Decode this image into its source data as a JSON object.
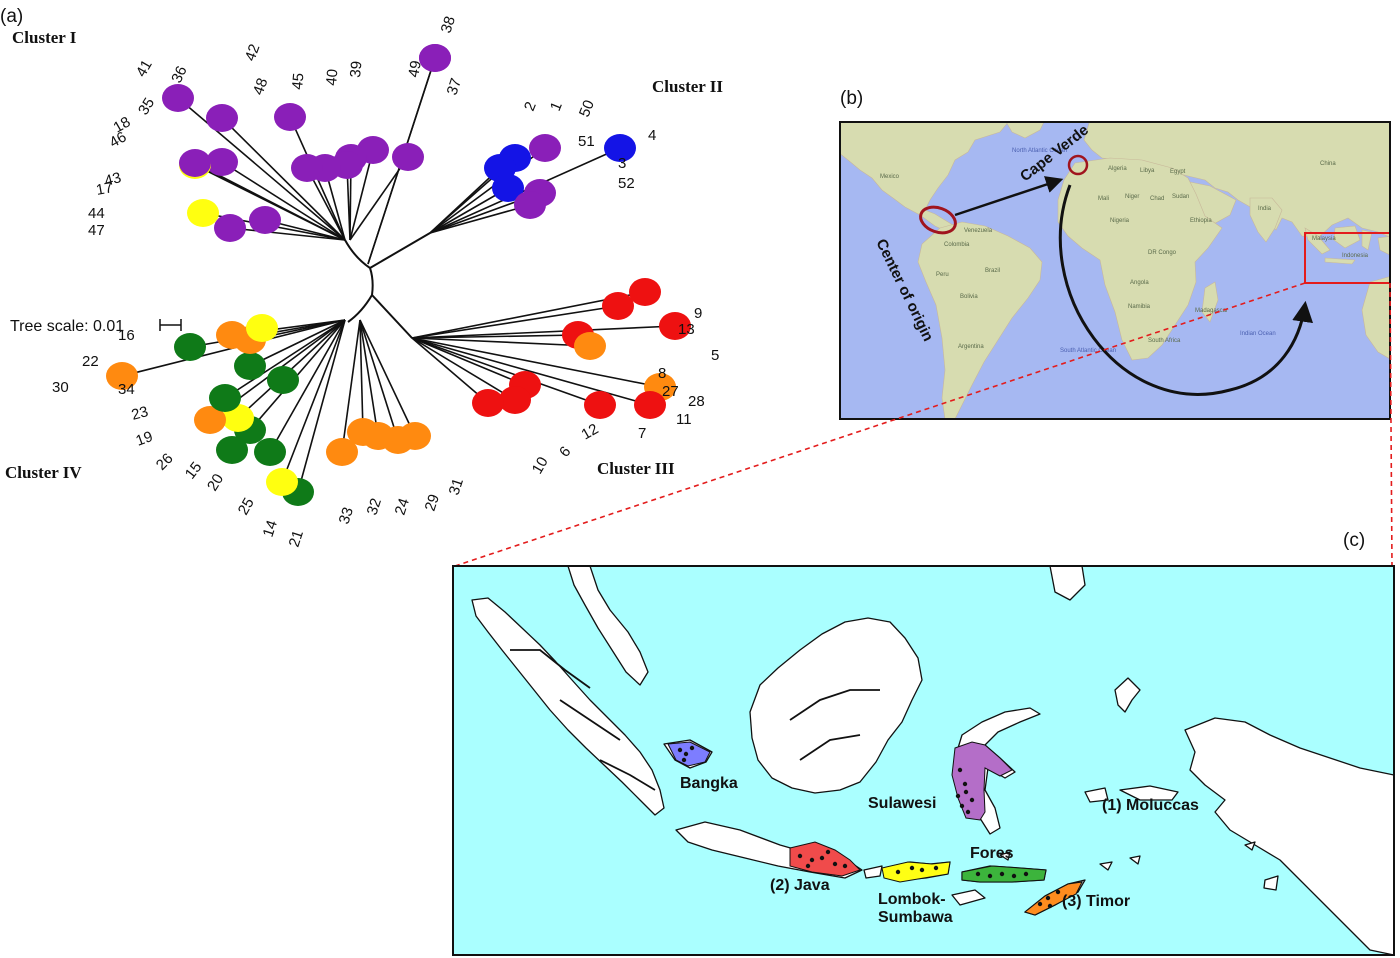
{
  "panels": {
    "a": "(a)",
    "b": "(b)",
    "c": "(c)"
  },
  "tree": {
    "clusters": [
      "Cluster I",
      "Cluster II",
      "Cluster III",
      "Cluster IV"
    ],
    "scale_label": "Tree scale: 0.01",
    "colors": {
      "purple": "#8a1fb8",
      "blue": "#1414e6",
      "red": "#ee1111",
      "orange": "#ff8a10",
      "green": "#0f7a18",
      "yellow": "#ffff10"
    },
    "leaves": [
      "38",
      "37",
      "49",
      "39",
      "40",
      "45",
      "48",
      "42",
      "36",
      "41",
      "35",
      "18",
      "46",
      "43",
      "17",
      "44",
      "47",
      "2",
      "1",
      "50",
      "51",
      "3",
      "4",
      "52",
      "9",
      "13",
      "5",
      "8",
      "27",
      "28",
      "11",
      "7",
      "12",
      "6",
      "10",
      "31",
      "29",
      "24",
      "32",
      "33",
      "21",
      "14",
      "25",
      "20",
      "15",
      "26",
      "19",
      "23",
      "34",
      "30",
      "22",
      "16"
    ]
  },
  "world_map": {
    "center_of_origin": "Center of origin",
    "cape_verde": "Cape Verde",
    "place_names": [
      "North Atlantic Ocean",
      "Algeria",
      "Libya",
      "Egypt",
      "Mali",
      "Niger",
      "Chad",
      "Sudan",
      "Nigeria",
      "Ethiopia",
      "DR Congo",
      "Angola",
      "Namibia",
      "South Africa",
      "Madagascar",
      "Indian Ocean",
      "South Atlantic Ocean",
      "Venezuela",
      "Colombia",
      "Brazil",
      "Peru",
      "Bolivia",
      "Argentina",
      "Mexico",
      "China",
      "India",
      "Malaysia",
      "Indonesia"
    ]
  },
  "indonesia_map": {
    "regions": [
      "Bangka",
      "Sulawesi",
      "(1) Moluccas",
      "(2) Java",
      "Lombok-",
      "Sumbawa",
      "Fores",
      "(3) Timor"
    ],
    "colors": {
      "bangka": "#7d7dff",
      "sulawesi": "#b46ec8",
      "java": "#f04b4b",
      "lombok": "#ffff14",
      "flores": "#3cb43c",
      "timor": "#ff8c1e",
      "sea": "#aaffff"
    }
  }
}
